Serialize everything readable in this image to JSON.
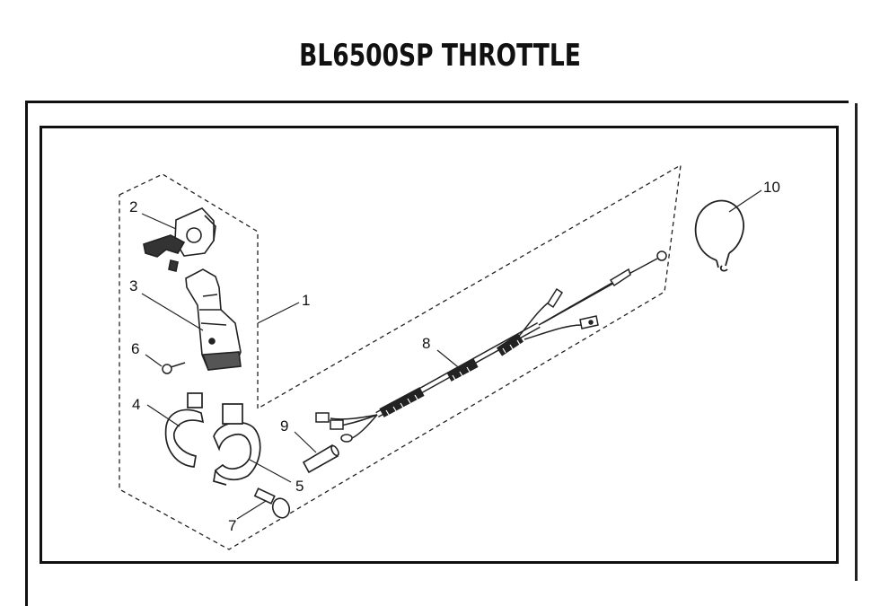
{
  "title": "BL6500SP THROTTLE",
  "callouts": [
    {
      "id": "1",
      "label": "1"
    },
    {
      "id": "2",
      "label": "2"
    },
    {
      "id": "3",
      "label": "3"
    },
    {
      "id": "4",
      "label": "4"
    },
    {
      "id": "5",
      "label": "5"
    },
    {
      "id": "6",
      "label": "6"
    },
    {
      "id": "7",
      "label": "7"
    },
    {
      "id": "8",
      "label": "8"
    },
    {
      "id": "9",
      "label": "9"
    },
    {
      "id": "10",
      "label": "10"
    }
  ],
  "parts": [
    "throttle-lever-housing",
    "throttle-grip",
    "screw",
    "clamp-left",
    "clamp-right",
    "bolt",
    "throttle-cable-harness",
    "sleeve",
    "retaining-ring"
  ]
}
